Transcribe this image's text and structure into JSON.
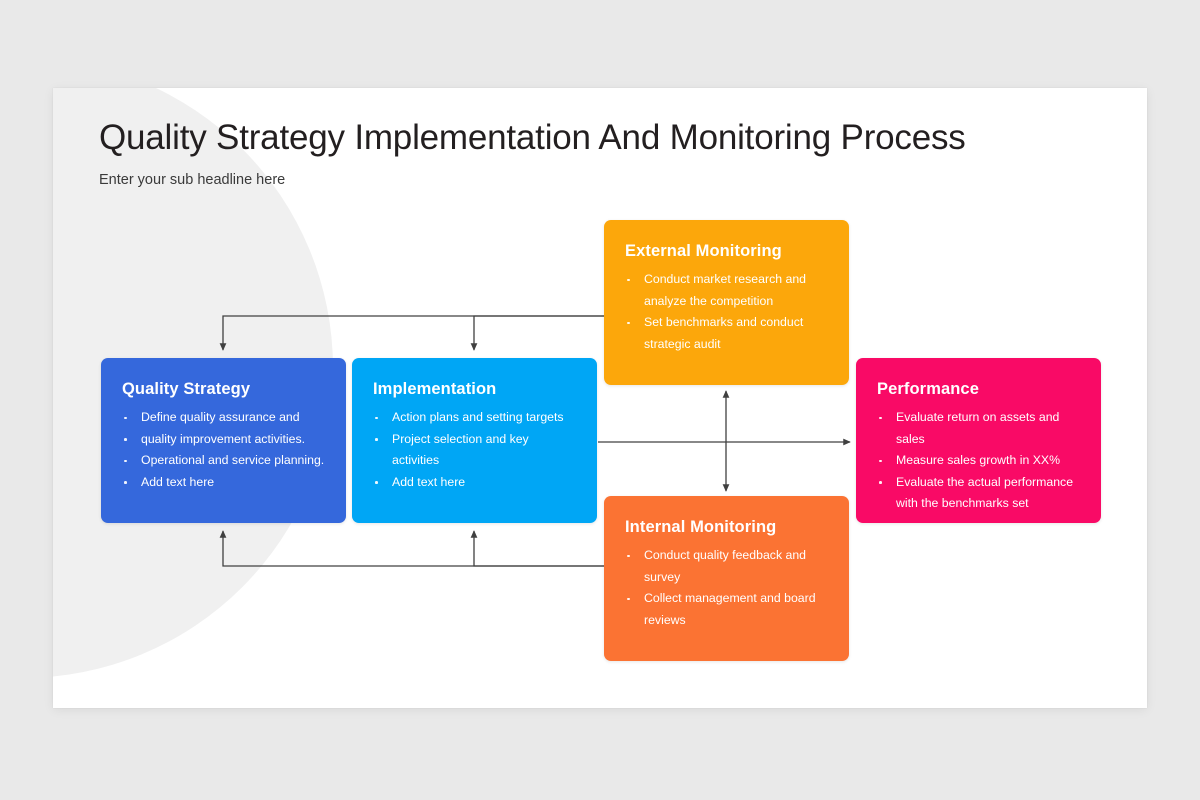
{
  "slide": {
    "title": "Quality Strategy Implementation And Monitoring Process",
    "subtitle": "Enter your sub headline here",
    "background_color": "#e9e9e9",
    "card_color": "#ffffff",
    "decoration_color": "#f0f0f0"
  },
  "boxes": [
    {
      "id": "quality-strategy",
      "title": "Quality Strategy",
      "color": "#3568dc",
      "bullets": [
        {
          "text": "Define quality assurance and",
          "continuation": false
        },
        {
          "text": "quality improvement activities.",
          "continuation": false
        },
        {
          "text": "Operational and service planning.",
          "continuation": false
        },
        {
          "text": "Add text here",
          "continuation": false
        }
      ]
    },
    {
      "id": "implementation",
      "title": "Implementation",
      "color": "#00a6f5",
      "bullets": [
        {
          "text": "Action plans and setting targets",
          "continuation": false
        },
        {
          "text": "Project selection and key",
          "continuation": false
        },
        {
          "text": "activities",
          "continuation": true
        },
        {
          "text": "Add text here",
          "continuation": false
        }
      ]
    },
    {
      "id": "external-monitoring",
      "title": "External Monitoring",
      "color": "#fca70b",
      "bullets": [
        {
          "text": "Conduct market research and",
          "continuation": false
        },
        {
          "text": "analyze the competition",
          "continuation": true
        },
        {
          "text": "Set benchmarks and conduct",
          "continuation": false
        },
        {
          "text": "strategic audit",
          "continuation": true
        }
      ]
    },
    {
      "id": "internal-monitoring",
      "title": "Internal Monitoring",
      "color": "#fb7333",
      "bullets": [
        {
          "text": "Conduct quality feedback and",
          "continuation": false
        },
        {
          "text": "survey",
          "continuation": true
        },
        {
          "text": "Collect management and board",
          "continuation": false
        },
        {
          "text": "reviews",
          "continuation": true
        }
      ]
    },
    {
      "id": "performance",
      "title": "Performance",
      "color": "#f90a66",
      "bullets": [
        {
          "text": "Evaluate return on assets and sales",
          "continuation": false
        },
        {
          "text": "Measure sales growth in XX%",
          "continuation": false
        },
        {
          "text": "Evaluate the actual performance",
          "continuation": false
        },
        {
          "text": "with the benchmarks set",
          "continuation": true
        }
      ]
    }
  ],
  "connectors": {
    "line_color": "#404040",
    "items": [
      {
        "name": "external-to-quality-strategy-feedback",
        "kind": "elbow-down-arrow"
      },
      {
        "name": "external-to-implementation-feedback",
        "kind": "elbow-down-arrow"
      },
      {
        "name": "internal-to-quality-strategy-feedback",
        "kind": "elbow-up-arrow"
      },
      {
        "name": "internal-to-implementation-feedback",
        "kind": "elbow-up-arrow"
      },
      {
        "name": "implementation-to-performance-arrow",
        "kind": "straight-right-arrow"
      },
      {
        "name": "external-internal-monitoring-link",
        "kind": "double-headed-vertical-arrow"
      }
    ]
  }
}
